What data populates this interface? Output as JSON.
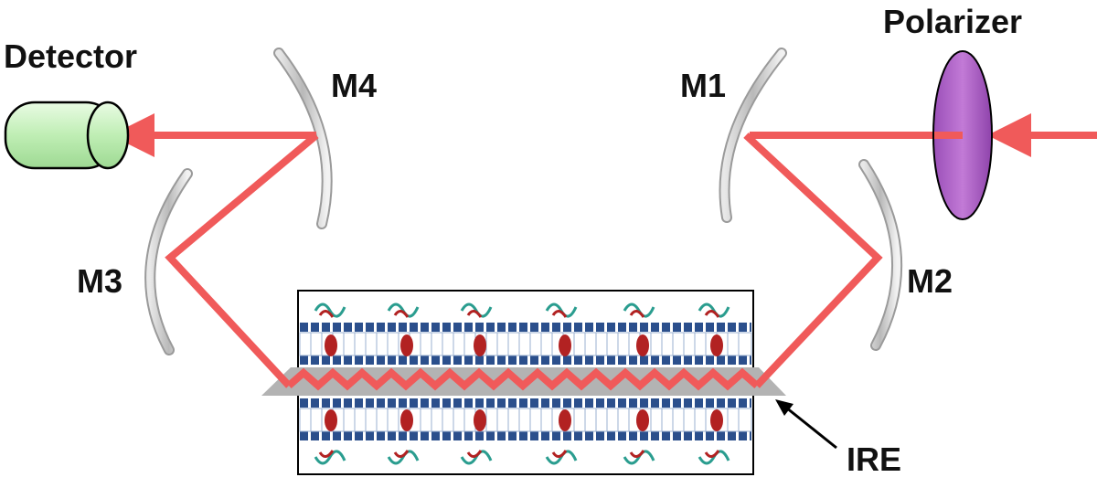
{
  "labels": {
    "detector": "Detector",
    "polarizer": "Polarizer",
    "m1": "M1",
    "m2": "M2",
    "m3": "M3",
    "m4": "M4",
    "ire": "IRE"
  },
  "colors": {
    "beam": "#f05a5a",
    "mirror": "#c8c8c8",
    "polarizer_fill": "#b366cc",
    "detector_fill": "#c8f0c0",
    "ire_fill": "#b3b3b3",
    "membrane_head": "#2b4f8c",
    "protein": "#b22222"
  },
  "icons": {
    "detector": "detector-cylinder-icon",
    "polarizer": "polarizer-ellipse-icon",
    "membrane": "lipid-bilayer-with-proteins-illustration"
  }
}
